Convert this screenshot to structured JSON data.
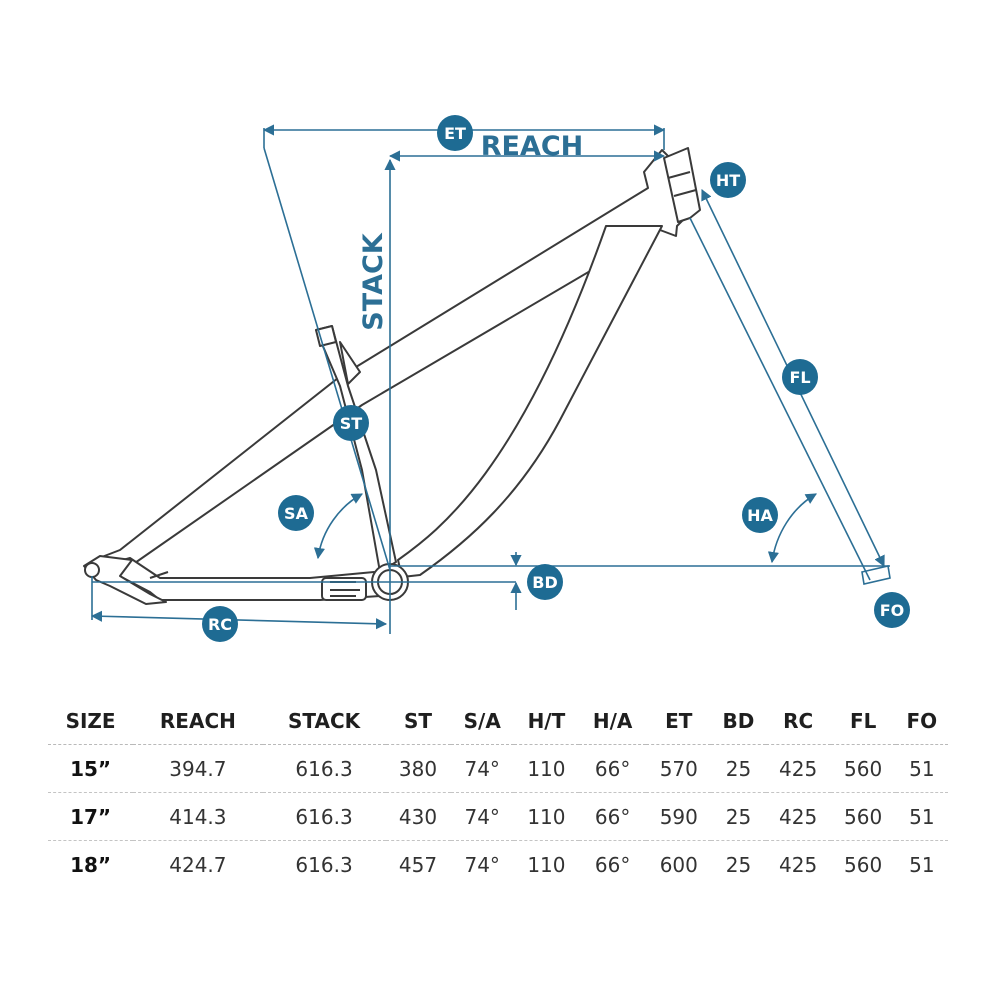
{
  "diagram": {
    "accent_color": "#2c6f95",
    "bubble_color": "#1e6b93",
    "frame_color": "#3a3a3a",
    "labels": {
      "et": "ET",
      "reach": "REACH",
      "stack": "STACK",
      "ht": "HT",
      "fl": "FL",
      "st": "ST",
      "sa": "SA",
      "ha": "HA",
      "bd": "BD",
      "rc": "RC",
      "fo": "FO"
    }
  },
  "table": {
    "headers": [
      "SIZE",
      "REACH",
      "STACK",
      "ST",
      "S/A",
      "H/T",
      "H/A",
      "ET",
      "BD",
      "RC",
      "FL",
      "FO"
    ],
    "rows": [
      [
        "15”",
        "394.7",
        "616.3",
        "380",
        "74°",
        "110",
        "66°",
        "570",
        "25",
        "425",
        "560",
        "51"
      ],
      [
        "17”",
        "414.3",
        "616.3",
        "430",
        "74°",
        "110",
        "66°",
        "590",
        "25",
        "425",
        "560",
        "51"
      ],
      [
        "18”",
        "424.7",
        "616.3",
        "457",
        "74°",
        "110",
        "66°",
        "600",
        "25",
        "425",
        "560",
        "51"
      ]
    ]
  }
}
